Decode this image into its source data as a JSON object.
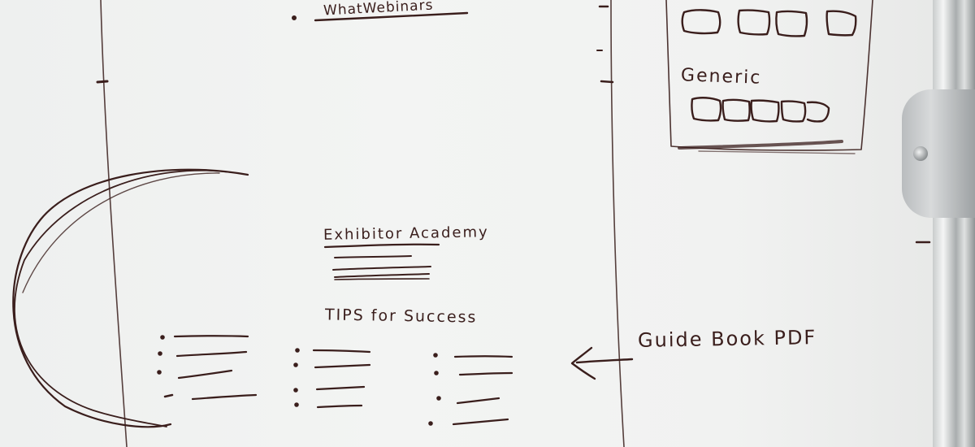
{
  "board": {
    "top_heading": "WhatWebinars",
    "panel_label": "Generic",
    "exhibitor_heading": "Exhibitor Academy",
    "tips_heading": "TIPS for Success",
    "guidebook_note": "Guide Book PDF"
  },
  "icons": {
    "arrow": "left-arrow-icon",
    "screw": "screw-icon"
  },
  "colors": {
    "ink": "#3a1e1c",
    "board": "#f1f2f1",
    "frame": "#b8bcbd"
  }
}
